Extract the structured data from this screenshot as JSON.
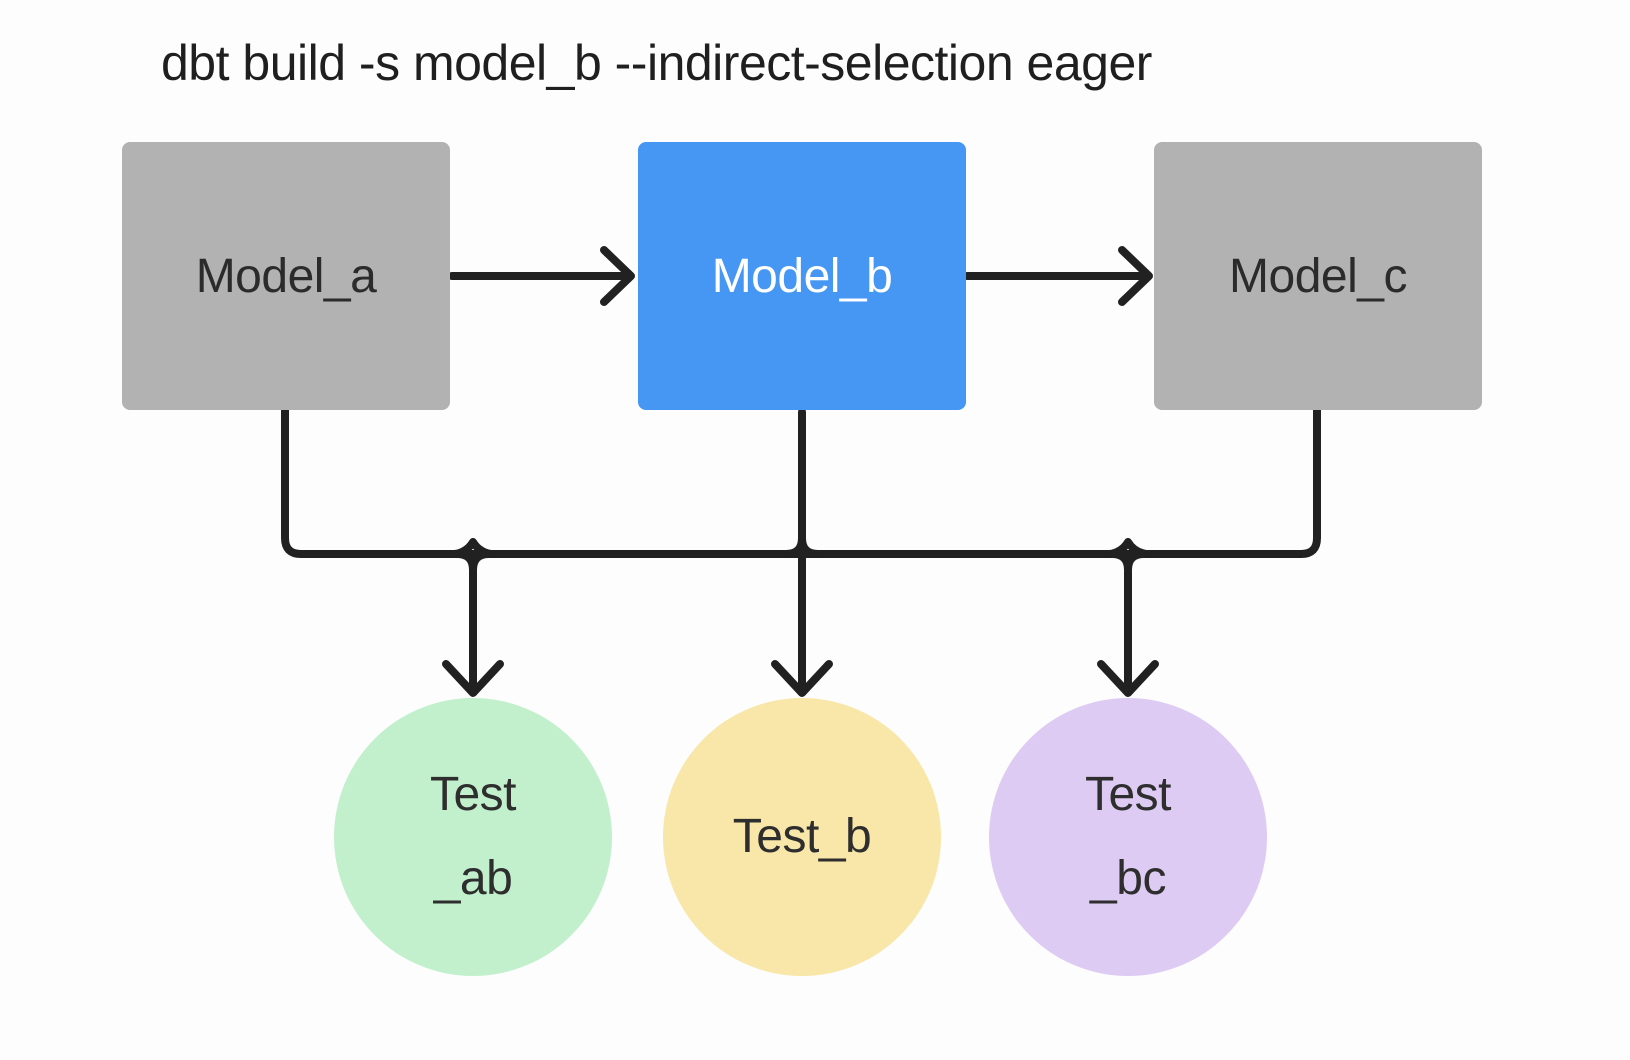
{
  "title": "dbt build -s model_b --indirect-selection eager",
  "colors": {
    "background": "#fdfdfd",
    "line": "#212121",
    "model_unselected_fill": "#b2b2b2",
    "model_selected_fill": "#4697f3",
    "model_unselected_text": "#2b2b2b",
    "model_selected_text": "#ffffff",
    "test_ab_fill": "#c2f0cc",
    "test_b_fill": "#f8e7a8",
    "test_bc_fill": "#decbf4",
    "test_text": "#2e2e2e"
  },
  "nodes": {
    "models": [
      {
        "id": "model_a",
        "label": "Model_a",
        "state": "unselected",
        "fill": "#b2b2b2",
        "text_color": "#2b2b2b"
      },
      {
        "id": "model_b",
        "label": "Model_b",
        "state": "selected",
        "fill": "#4697f3",
        "text_color": "#ffffff"
      },
      {
        "id": "model_c",
        "label": "Model_c",
        "state": "unselected",
        "fill": "#b2b2b2",
        "text_color": "#2b2b2b"
      }
    ],
    "tests": [
      {
        "id": "test_ab",
        "label_line1": "Test",
        "label_line2": "_ab",
        "fill": "#c2f0cc",
        "text_color": "#2e2e2e"
      },
      {
        "id": "test_b",
        "label_line1": "Test_b",
        "label_line2": "",
        "fill": "#f8e7a8",
        "text_color": "#2e2e2e"
      },
      {
        "id": "test_bc",
        "label_line1": "Test",
        "label_line2": "_bc",
        "fill": "#decbf4",
        "text_color": "#2e2e2e"
      }
    ]
  },
  "edges": [
    {
      "from": "model_a",
      "to": "model_b"
    },
    {
      "from": "model_b",
      "to": "model_c"
    },
    {
      "from": "model_a",
      "to": "test_ab"
    },
    {
      "from": "model_b",
      "to": "test_ab"
    },
    {
      "from": "model_b",
      "to": "test_b"
    },
    {
      "from": "model_b",
      "to": "test_bc"
    },
    {
      "from": "model_c",
      "to": "test_bc"
    }
  ]
}
